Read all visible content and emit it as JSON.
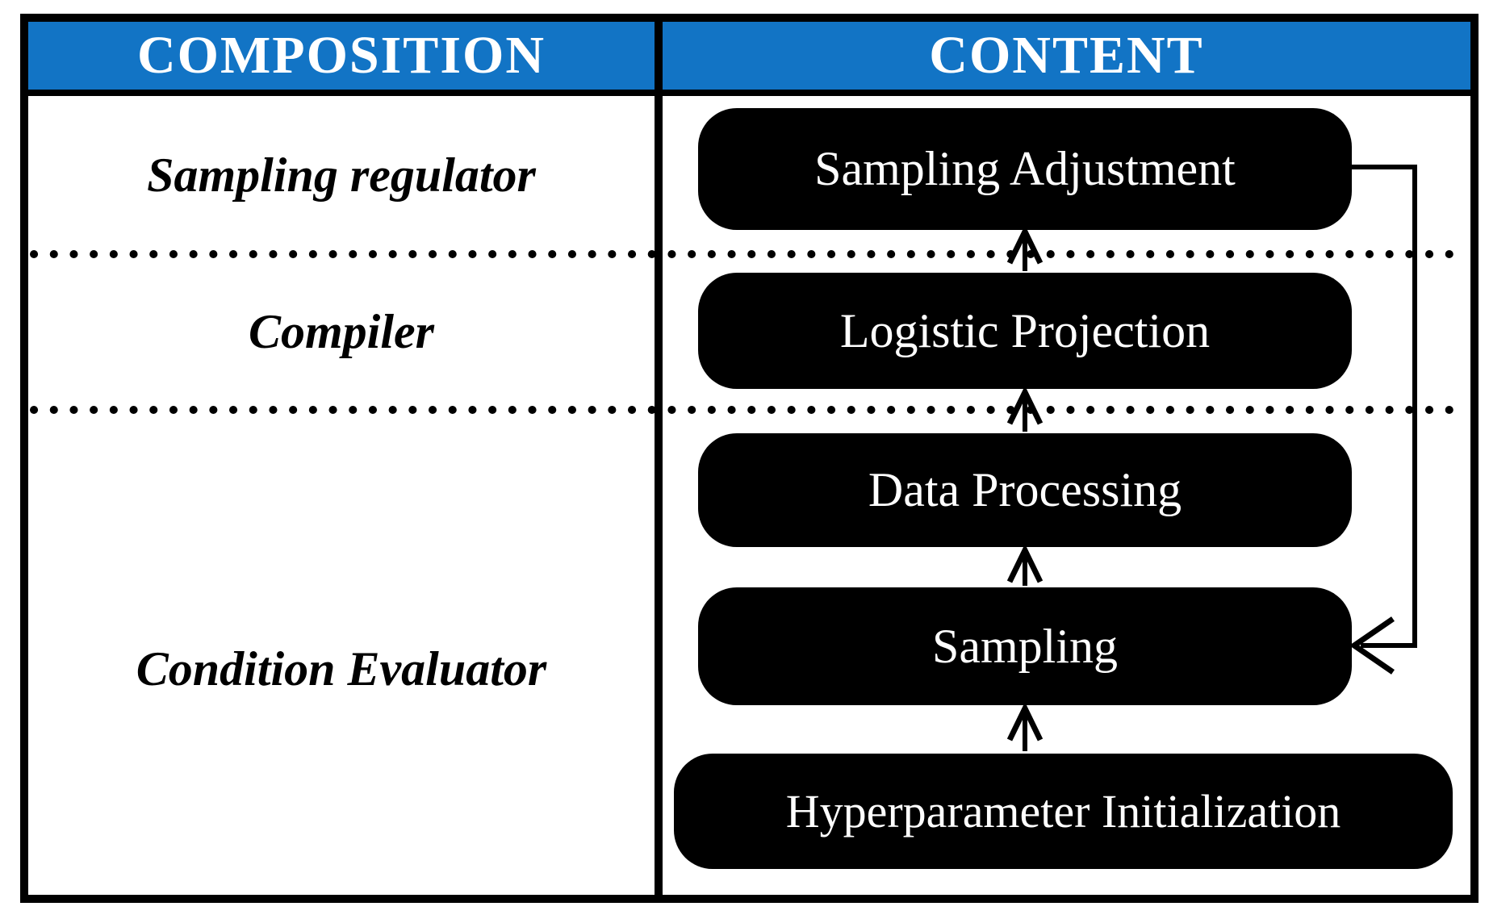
{
  "figure": {
    "type": "table-flow-diagram",
    "columns": [
      {
        "label": "COMPOSITION"
      },
      {
        "label": "CONTENT"
      }
    ],
    "composition_rows": [
      {
        "label": "Sampling regulator"
      },
      {
        "label": "Compiler"
      },
      {
        "label": "Condition Evaluator"
      }
    ],
    "flow_nodes": [
      {
        "label": "Sampling Adjustment"
      },
      {
        "label": "Logistic Projection"
      },
      {
        "label": "Data Processing"
      },
      {
        "label": "Sampling"
      },
      {
        "label": "Hyperparameter Initialization"
      }
    ],
    "flow_edges": [
      {
        "from": "Hyperparameter Initialization",
        "to": "Sampling",
        "style": "arrow-up"
      },
      {
        "from": "Sampling",
        "to": "Data Processing",
        "style": "arrow-up"
      },
      {
        "from": "Data Processing",
        "to": "Logistic Projection",
        "style": "arrow-up"
      },
      {
        "from": "Logistic Projection",
        "to": "Sampling Adjustment",
        "style": "arrow-up"
      },
      {
        "from": "Sampling Adjustment",
        "to": "Sampling",
        "style": "feedback-right-down-left"
      }
    ],
    "colors": {
      "header_bg": "#1274C5",
      "header_text": "#FFFFFF",
      "node_bg": "#000000",
      "node_text": "#FFFFFF",
      "line": "#000000",
      "background": "#FFFFFF"
    }
  }
}
